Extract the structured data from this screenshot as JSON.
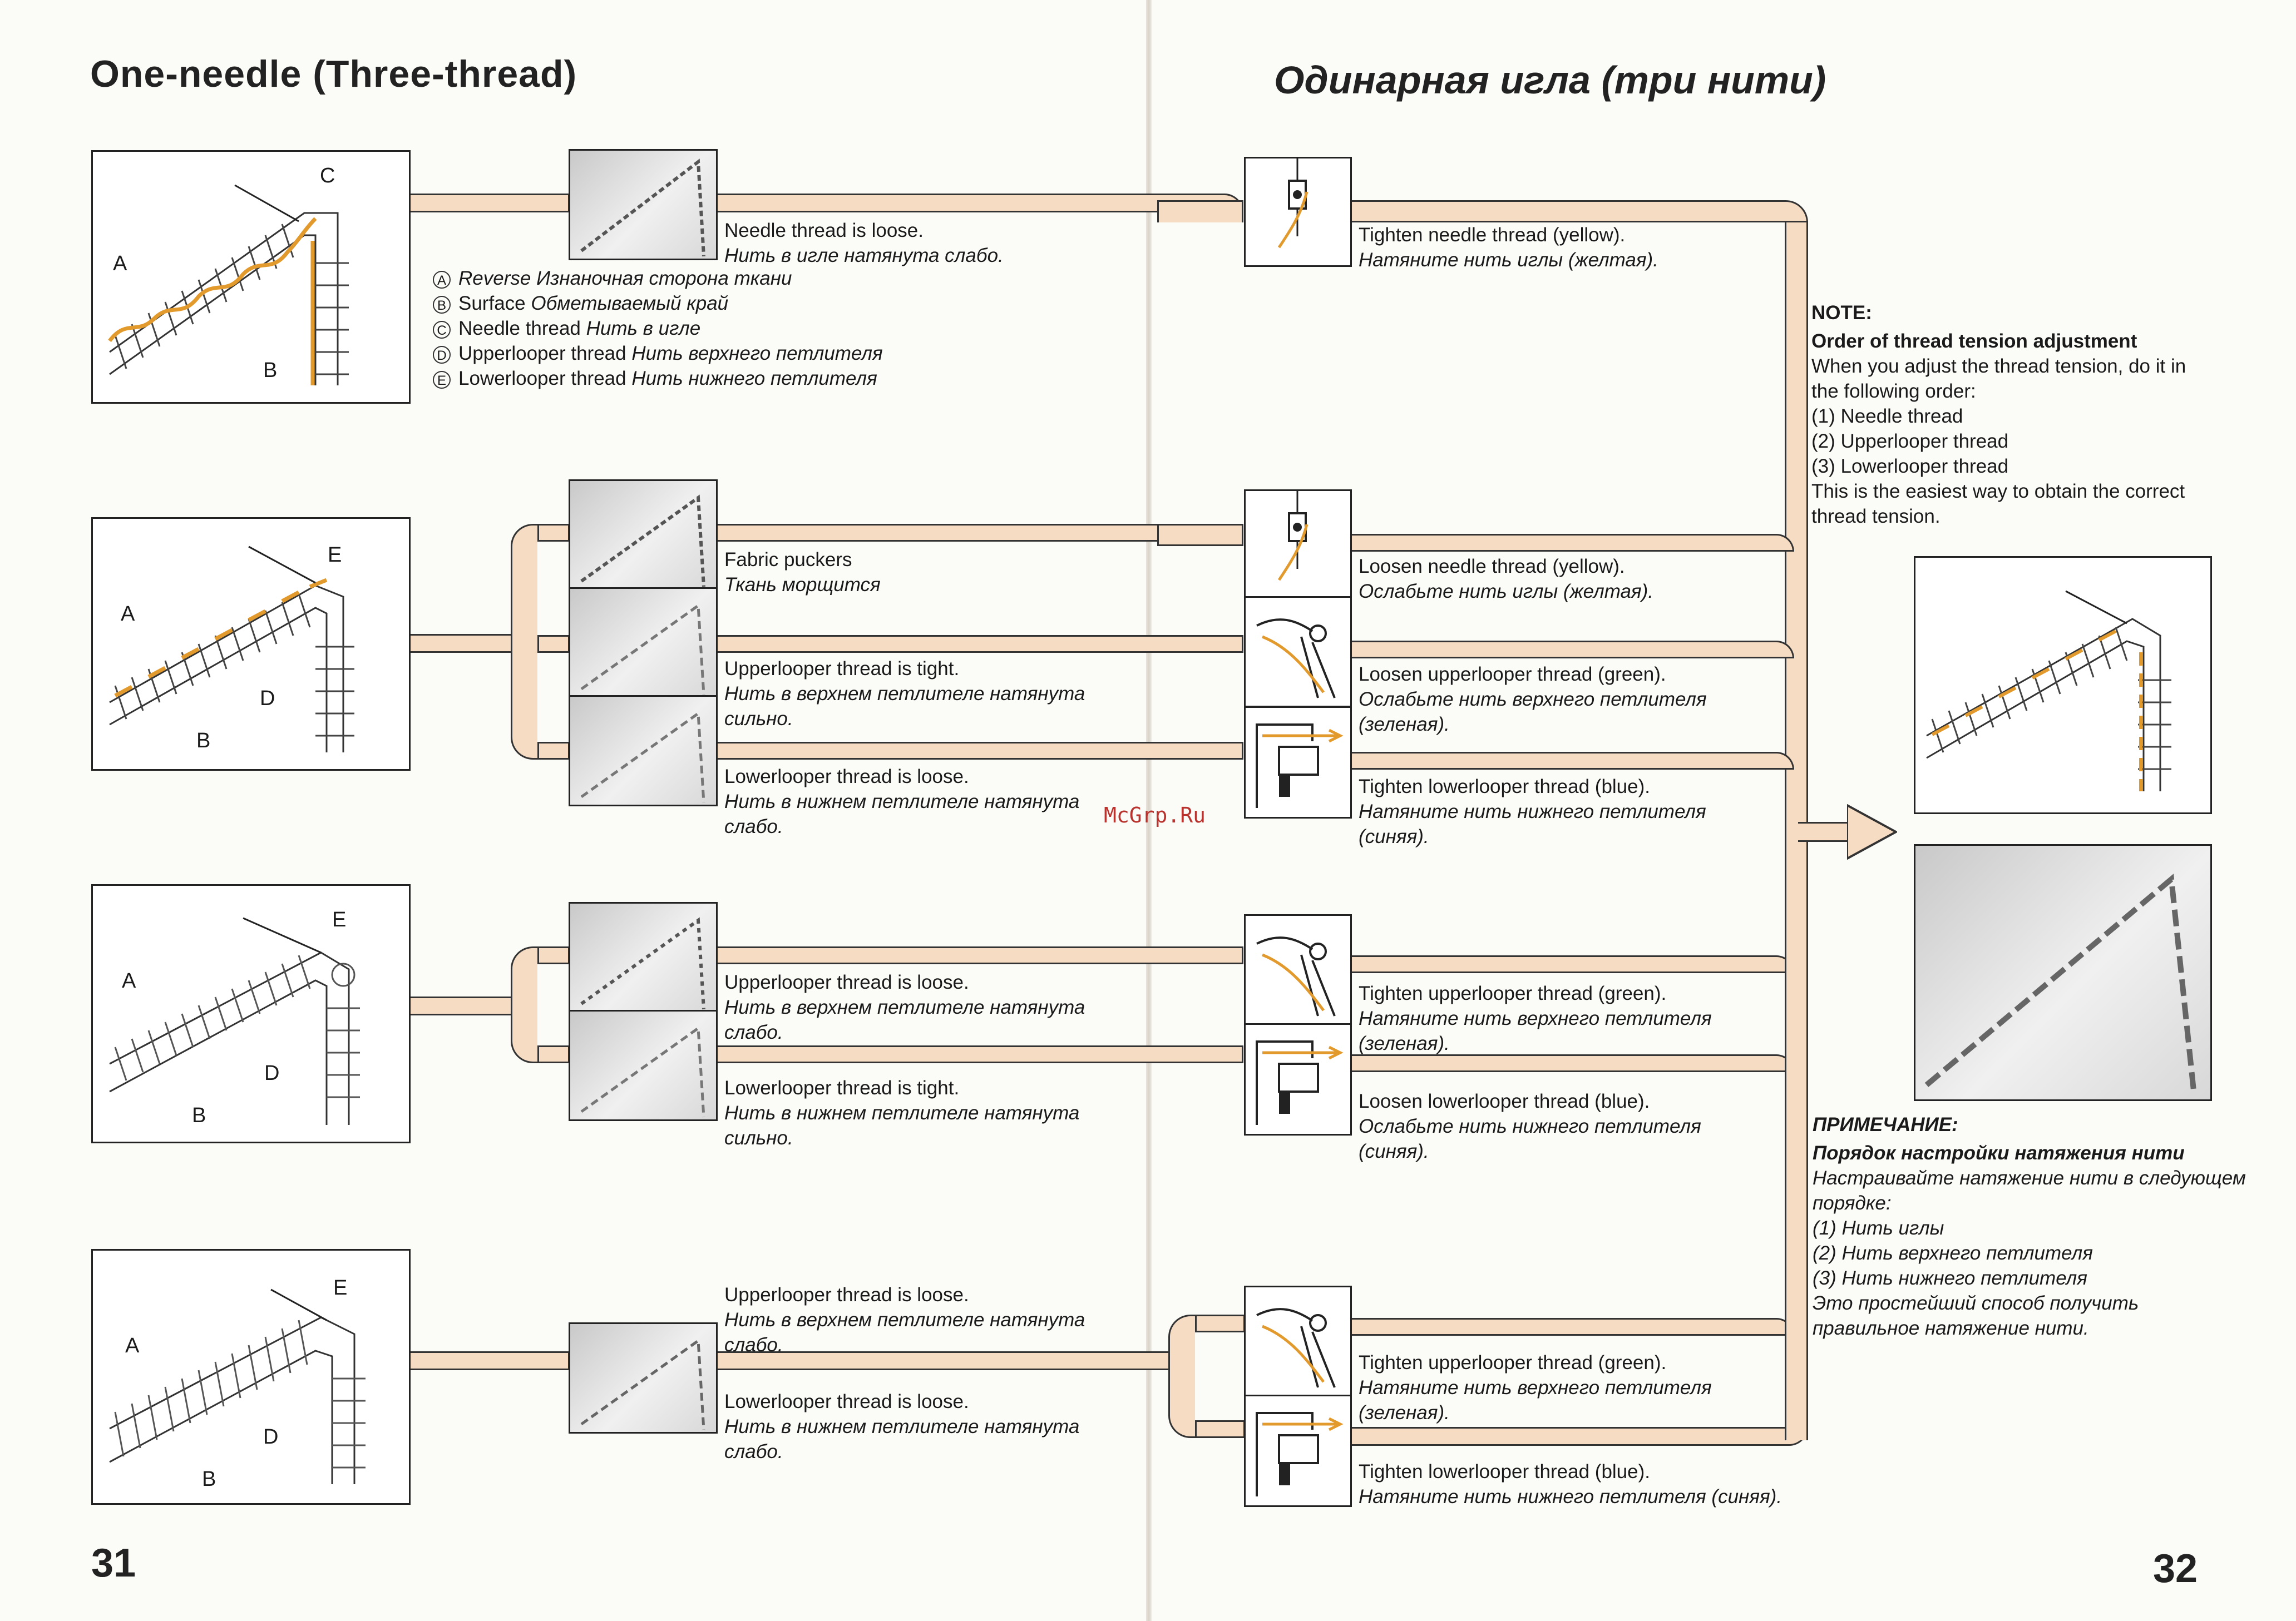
{
  "left_page": {
    "title": "One-needle (Three-thread)",
    "page_number": "31",
    "legend": [
      {
        "letter": "A",
        "en": "Reverse",
        "ru": "Изнаночная сторона ткани"
      },
      {
        "letter": "B",
        "en": "Surface",
        "ru": "Обметываемый край"
      },
      {
        "letter": "C",
        "en": "Needle thread",
        "ru": "Нить в игле"
      },
      {
        "letter": "D",
        "en": "Upperlooper thread",
        "ru": "Нить верхнего петлителя"
      },
      {
        "letter": "E",
        "en": "Lowerlooper thread",
        "ru": "Нить нижнего петлителя"
      }
    ],
    "diagram_labels": {
      "row1": {
        "a": "A",
        "b": "B",
        "c": "C"
      },
      "row2": {
        "a": "A",
        "b": "B",
        "d": "D",
        "e": "E"
      },
      "row3": {
        "a": "A",
        "b": "B",
        "d": "D",
        "e": "E"
      },
      "row4": {
        "a": "A",
        "b": "B",
        "d": "D",
        "e": "E"
      }
    },
    "symptoms": [
      {
        "en": "Needle thread is loose.",
        "ru": "Нить в игле натянута слабо."
      },
      {
        "en": "Fabric puckers",
        "ru": "Ткань морщится"
      },
      {
        "en": "Upperlooper thread is tight.",
        "ru1": "Нить в верхнем петлителе натянута",
        "ru2": "сильно."
      },
      {
        "en": "Lowerlooper thread is loose.",
        "ru1": "Нить в нижнем петлителе натянута",
        "ru2": "слабо."
      },
      {
        "en": "Upperlooper thread is loose.",
        "ru1": "Нить в верхнем петлителе натянута",
        "ru2": "слабо."
      },
      {
        "en": "Lowerlooper thread is tight.",
        "ru1": "Нить в нижнем петлителе натянута",
        "ru2": "сильно."
      },
      {
        "en": "Upperlooper thread is loose.",
        "ru1": "Нить в верхнем петлителе натянута",
        "ru2": "слабо."
      },
      {
        "en": "Lowerlooper thread is loose.",
        "ru1": "Нить в нижнем петлителе натянута",
        "ru2": "слабо."
      }
    ]
  },
  "right_page": {
    "title": "Одинарная игла (три нити)",
    "page_number": "32",
    "watermark": "McGrp.Ru",
    "actions": [
      {
        "en": "Tighten needle thread (yellow).",
        "ru1": "Натяните нить иглы (желтая).",
        "ru2": ""
      },
      {
        "en": "Loosen needle thread (yellow).",
        "ru1": "Ослабьте нить иглы (желтая).",
        "ru2": ""
      },
      {
        "en": "Loosen upperlooper thread (green).",
        "ru1": "Ослабьте нить верхнего петлителя",
        "ru2": "(зеленая)."
      },
      {
        "en": "Tighten lowerlooper thread (blue).",
        "ru1": "Натяните нить нижнего петлителя",
        "ru2": "(синяя)."
      },
      {
        "en": "Tighten upperlooper thread (green).",
        "ru1": "Натяните нить верхнего петлителя",
        "ru2": "(зеленая)."
      },
      {
        "en": "Loosen lowerlooper thread (blue).",
        "ru1": "Ослабьте нить нижнего петлителя",
        "ru2": "(синяя)."
      },
      {
        "en": "Tighten upperlooper thread (green).",
        "ru1": "Натяните нить верхнего петлителя",
        "ru2": "(зеленая)."
      },
      {
        "en": "Tighten lowerlooper thread (blue).",
        "ru1": "Натяните нить нижнего петлителя (синяя).",
        "ru2": ""
      }
    ],
    "note": {
      "heading": "NOTE:",
      "subheading": "Order of thread tension adjustment",
      "lines": [
        "When you adjust the thread tension, do it in",
        "the following order:",
        "(1) Needle thread",
        "(2) Upperlooper thread",
        "(3) Lowerlooper thread",
        "This is the easiest way to obtain the correct",
        "thread tension."
      ]
    },
    "note_ru": {
      "heading": "ПРИМЕЧАНИЕ:",
      "subheading": "Порядок настройки натяжения нити",
      "lines": [
        "Настраивайте натяжение нити в следующем",
        "порядке:",
        "(1) Нить иглы",
        "(2) Нить верхнего петлителя",
        "(3) Нить нижнего петлителя",
        "Это простейший способ получить",
        "правильное натяжение нити."
      ]
    }
  },
  "colors": {
    "pipe_fill": "#f7dcc4",
    "thread_orange": "#e39a2d",
    "line": "#222222"
  }
}
